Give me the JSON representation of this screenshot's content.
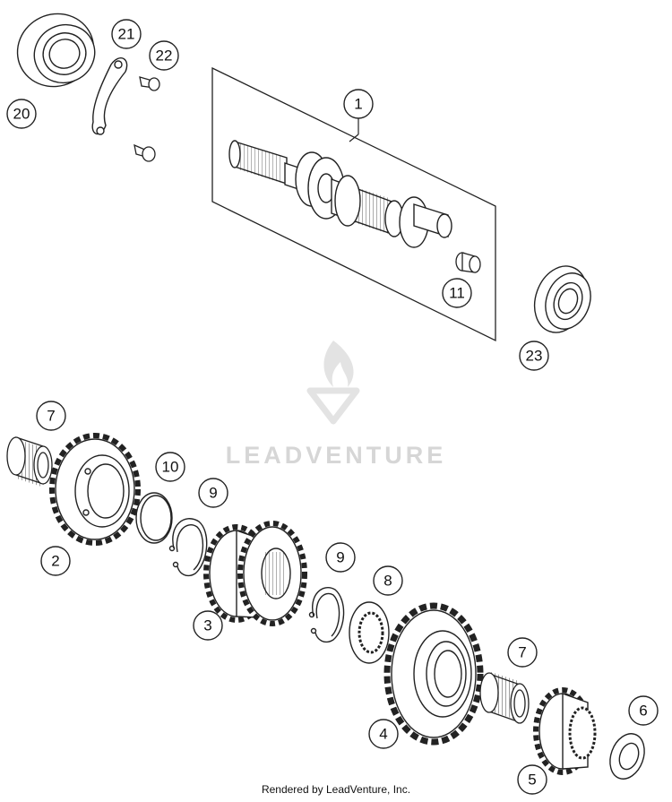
{
  "watermark": {
    "brand": "LEADVENTURE"
  },
  "footer": {
    "credit": "Rendered by LeadVenture, Inc."
  },
  "callouts": {
    "c1": "1",
    "c2": "2",
    "c3": "3",
    "c4": "4",
    "c5": "5",
    "c6": "6",
    "c7a": "7",
    "c7b": "7",
    "c8": "8",
    "c9a": "9",
    "c9b": "9",
    "c10": "10",
    "c11": "11",
    "c20": "20",
    "c21": "21",
    "c22": "22",
    "c23": "23"
  }
}
